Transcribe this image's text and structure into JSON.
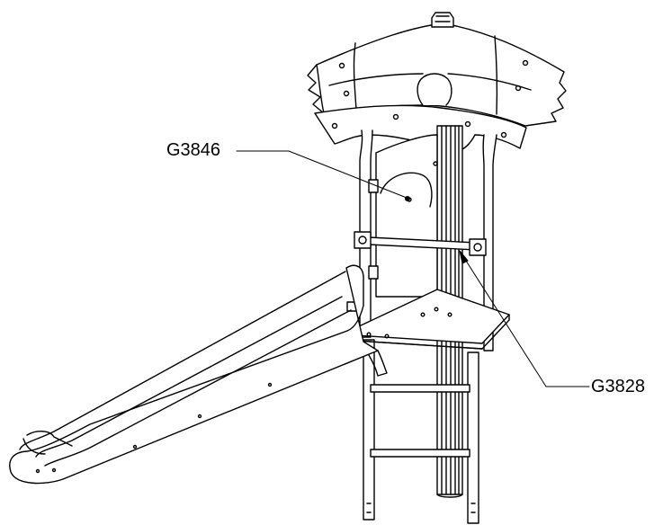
{
  "callouts": [
    {
      "id": "g3846",
      "text": "G3846"
    },
    {
      "id": "g3828",
      "text": "G3828"
    }
  ]
}
